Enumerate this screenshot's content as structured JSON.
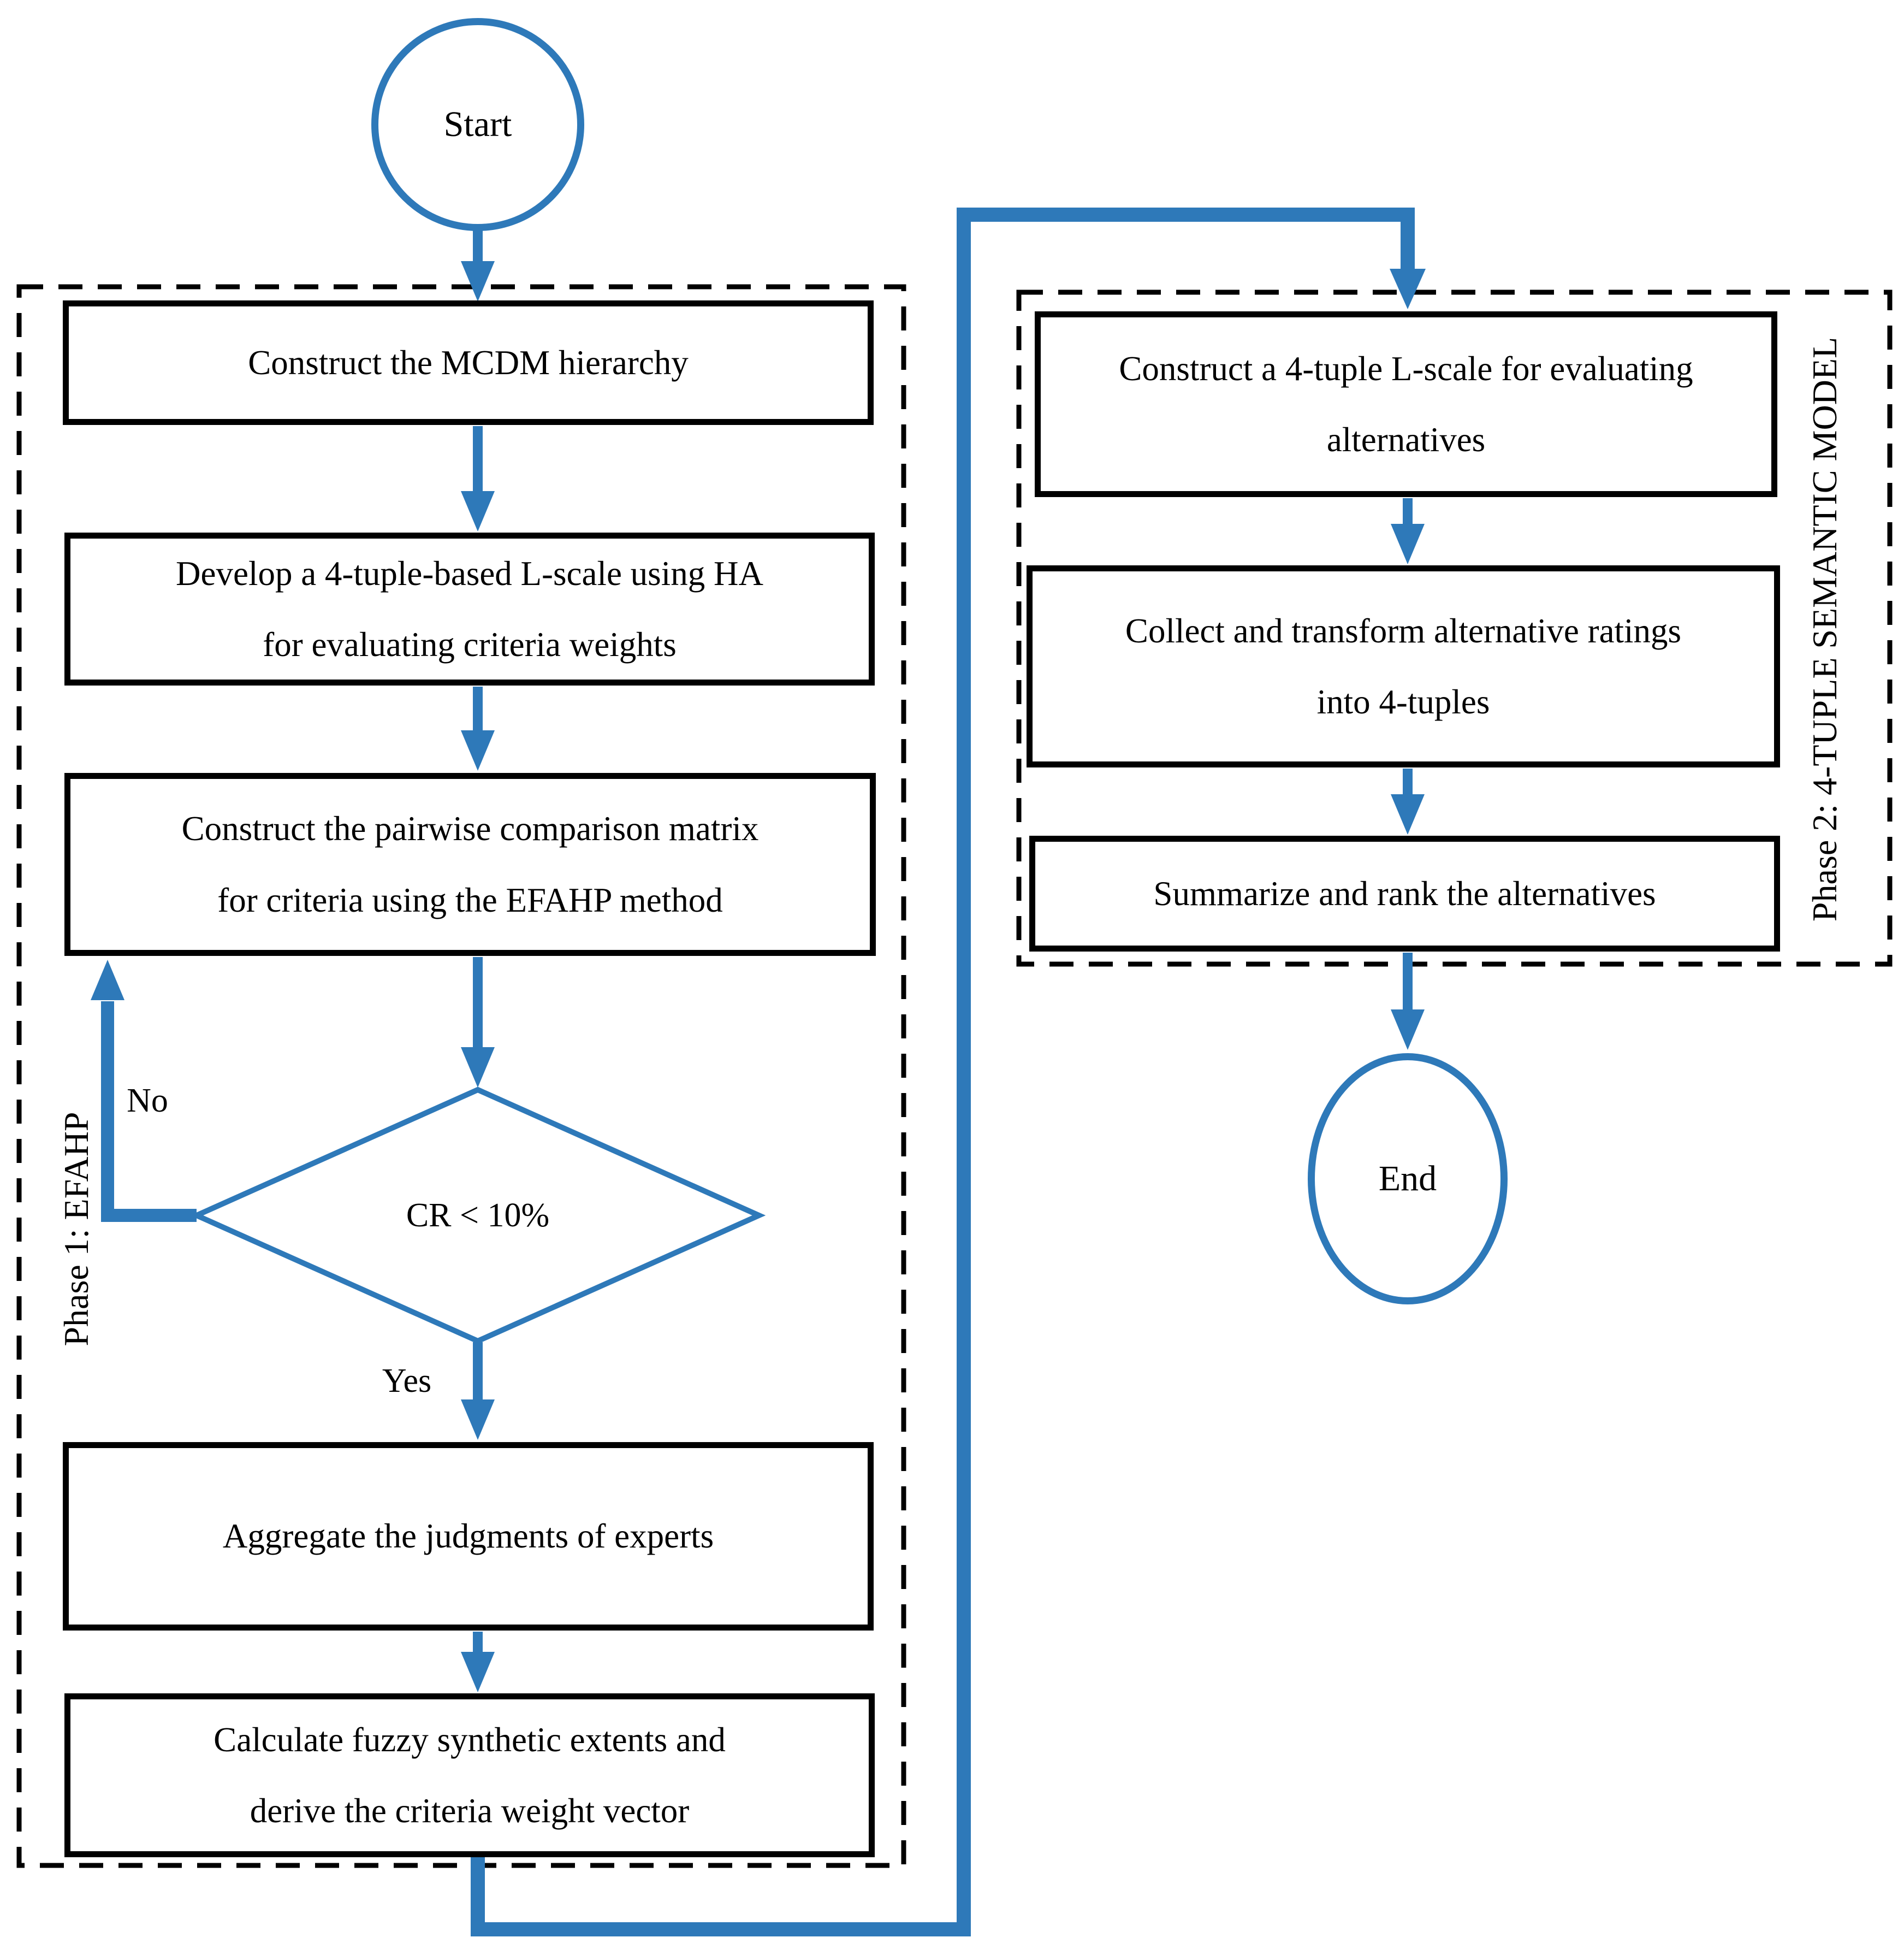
{
  "diagram": {
    "accent_color": "#2E79B9",
    "start_label": "Start",
    "end_label": "End"
  },
  "phase1": {
    "label": "Phase 1: EFAHP",
    "box1": {
      "lines": [
        "Construct the MCDM hierarchy"
      ]
    },
    "box2": {
      "lines": [
        "Develop a 4-tuple-based L-scale using HA",
        "for evaluating criteria weights"
      ]
    },
    "box3": {
      "lines": [
        "Construct the pairwise comparison matrix",
        "for criteria using the EFAHP method"
      ]
    },
    "decision": {
      "label": "CR < 10%",
      "no_label": "No",
      "yes_label": "Yes"
    },
    "box4": {
      "lines": [
        "Aggregate the judgments of experts"
      ]
    },
    "box5": {
      "lines": [
        "Calculate fuzzy synthetic extents and",
        "derive the criteria weight vector"
      ]
    }
  },
  "phase2": {
    "label": "Phase 2: 4-TUPLE SEMANTIC MODEL",
    "box1": {
      "lines": [
        "Construct a 4-tuple L-scale for evaluating",
        "alternatives"
      ]
    },
    "box2": {
      "lines": [
        "Collect and transform alternative ratings",
        "into 4-tuples"
      ]
    },
    "box3": {
      "lines": [
        "Summarize and rank the alternatives"
      ]
    }
  }
}
